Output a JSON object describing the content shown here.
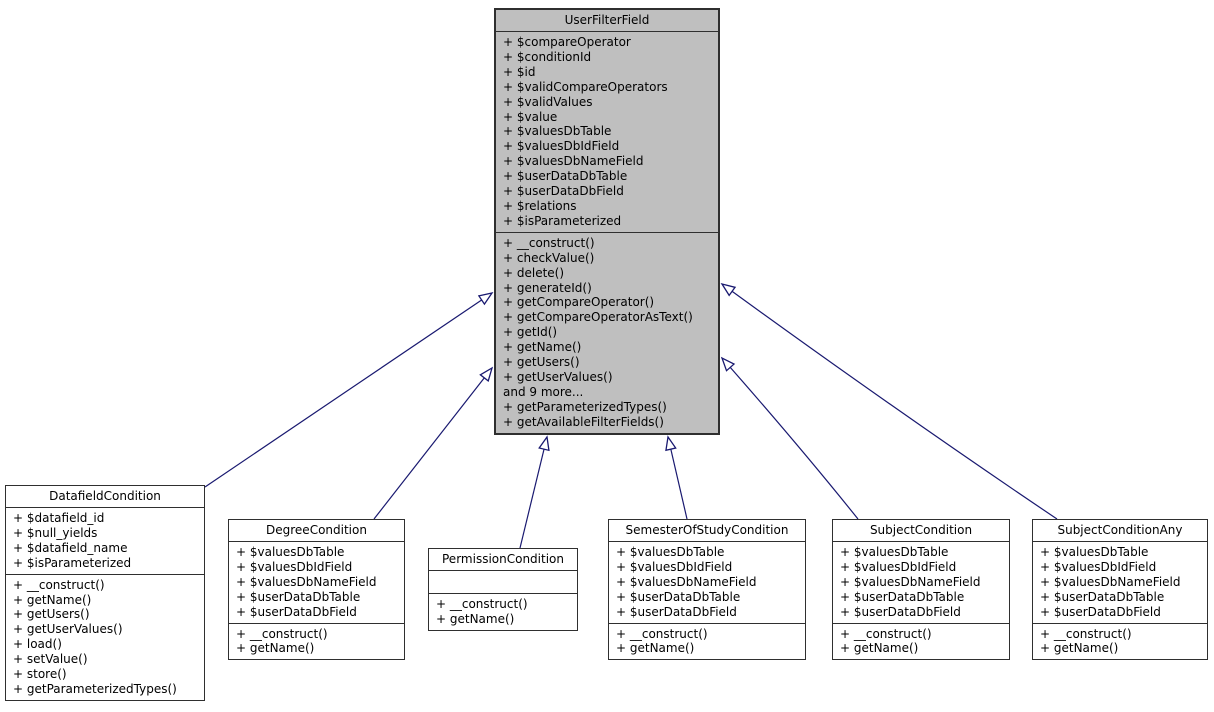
{
  "diagram": {
    "type": "uml-class-inheritance-diagram",
    "colors": {
      "arrow": "#191970",
      "highlight_node_fill": "#bfbfbf",
      "node_fill": "#ffffff",
      "node_border": "#2f2f2f",
      "text": "#000000",
      "background": "#ffffff"
    },
    "classes": [
      {
        "name": "UserFilterField",
        "highlighted": true,
        "attributes": [
          "+ $compareOperator",
          "+ $conditionId",
          "+ $id",
          "+ $validCompareOperators",
          "+ $validValues",
          "+ $value",
          "+ $valuesDbTable",
          "+ $valuesDbIdField",
          "+ $valuesDbNameField",
          "+ $userDataDbTable",
          "+ $userDataDbField",
          "+ $relations",
          "+ $isParameterized"
        ],
        "methods": [
          "+ __construct()",
          "+ checkValue()",
          "+ delete()",
          "+ generateId()",
          "+ getCompareOperator()",
          "+ getCompareOperatorAsText()",
          "+ getId()",
          "+ getName()",
          "+ getUsers()",
          "+ getUserValues()",
          "and 9 more...",
          "+ getParameterizedTypes()",
          "+ getAvailableFilterFields()"
        ]
      },
      {
        "name": "DatafieldCondition",
        "highlighted": false,
        "attributes": [
          "+ $datafield_id",
          "+ $null_yields",
          "+ $datafield_name",
          "+ $isParameterized"
        ],
        "methods": [
          "+ __construct()",
          "+ getName()",
          "+ getUsers()",
          "+ getUserValues()",
          "+ load()",
          "+ setValue()",
          "+ store()",
          "+ getParameterizedTypes()"
        ]
      },
      {
        "name": "DegreeCondition",
        "highlighted": false,
        "attributes": [
          "+ $valuesDbTable",
          "+ $valuesDbIdField",
          "+ $valuesDbNameField",
          "+ $userDataDbTable",
          "+ $userDataDbField"
        ],
        "methods": [
          "+ __construct()",
          "+ getName()"
        ]
      },
      {
        "name": "PermissionCondition",
        "highlighted": false,
        "attributes": [],
        "methods": [
          "+ __construct()",
          "+ getName()"
        ]
      },
      {
        "name": "SemesterOfStudyCondition",
        "highlighted": false,
        "attributes": [
          "+ $valuesDbTable",
          "+ $valuesDbIdField",
          "+ $valuesDbNameField",
          "+ $userDataDbTable",
          "+ $userDataDbField"
        ],
        "methods": [
          "+ __construct()",
          "+ getName()"
        ]
      },
      {
        "name": "SubjectCondition",
        "highlighted": false,
        "attributes": [
          "+ $valuesDbTable",
          "+ $valuesDbIdField",
          "+ $valuesDbNameField",
          "+ $userDataDbTable",
          "+ $userDataDbField"
        ],
        "methods": [
          "+ __construct()",
          "+ getName()"
        ]
      },
      {
        "name": "SubjectConditionAny",
        "highlighted": false,
        "attributes": [
          "+ $valuesDbTable",
          "+ $valuesDbIdField",
          "+ $valuesDbNameField",
          "+ $userDataDbTable",
          "+ $userDataDbField"
        ],
        "methods": [
          "+ __construct()",
          "+ getName()"
        ]
      }
    ],
    "inheritance": [
      {
        "child": "DatafieldCondition",
        "parent": "UserFilterField"
      },
      {
        "child": "DegreeCondition",
        "parent": "UserFilterField"
      },
      {
        "child": "PermissionCondition",
        "parent": "UserFilterField"
      },
      {
        "child": "SemesterOfStudyCondition",
        "parent": "UserFilterField"
      },
      {
        "child": "SubjectCondition",
        "parent": "UserFilterField"
      },
      {
        "child": "SubjectConditionAny",
        "parent": "UserFilterField"
      }
    ]
  }
}
